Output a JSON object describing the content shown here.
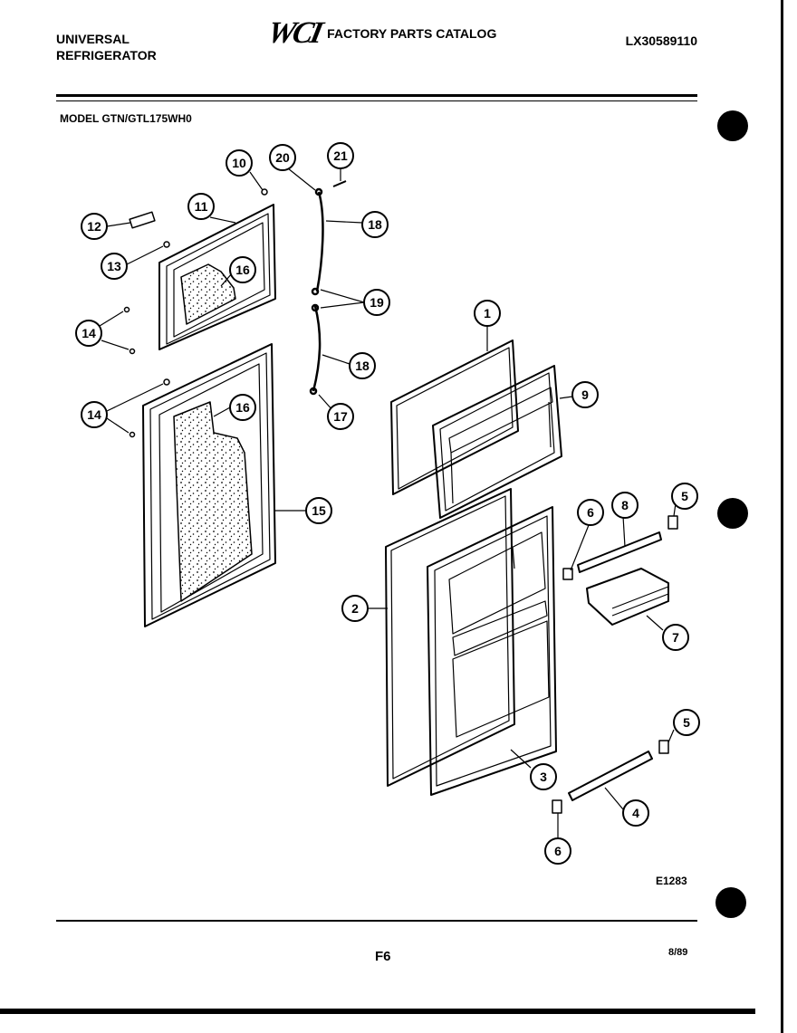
{
  "header": {
    "brand_line1": "UNIVERSAL",
    "brand_line2": "REFRIGERATOR",
    "logo_text": "WCI",
    "catalog_title": "FACTORY PARTS CATALOG",
    "document_id": "LX30589110"
  },
  "model": "MODEL GTN/GTL175WH0",
  "diagram_code": "E1283",
  "page_number": "F6",
  "date": "8/89",
  "callouts": {
    "c1": "1",
    "c2": "2",
    "c3": "3",
    "c4": "4",
    "c5a": "5",
    "c5b": "5",
    "c6a": "6",
    "c6b": "6",
    "c7": "7",
    "c8": "8",
    "c9": "9",
    "c10": "10",
    "c11": "11",
    "c12": "12",
    "c13": "13",
    "c14a": "14",
    "c14b": "14",
    "c15": "15",
    "c16a": "16",
    "c16b": "16",
    "c17": "17",
    "c18a": "18",
    "c18b": "18",
    "c19": "19",
    "c20": "20",
    "c21": "21"
  },
  "colors": {
    "ink": "#000000",
    "paper": "#ffffff"
  }
}
